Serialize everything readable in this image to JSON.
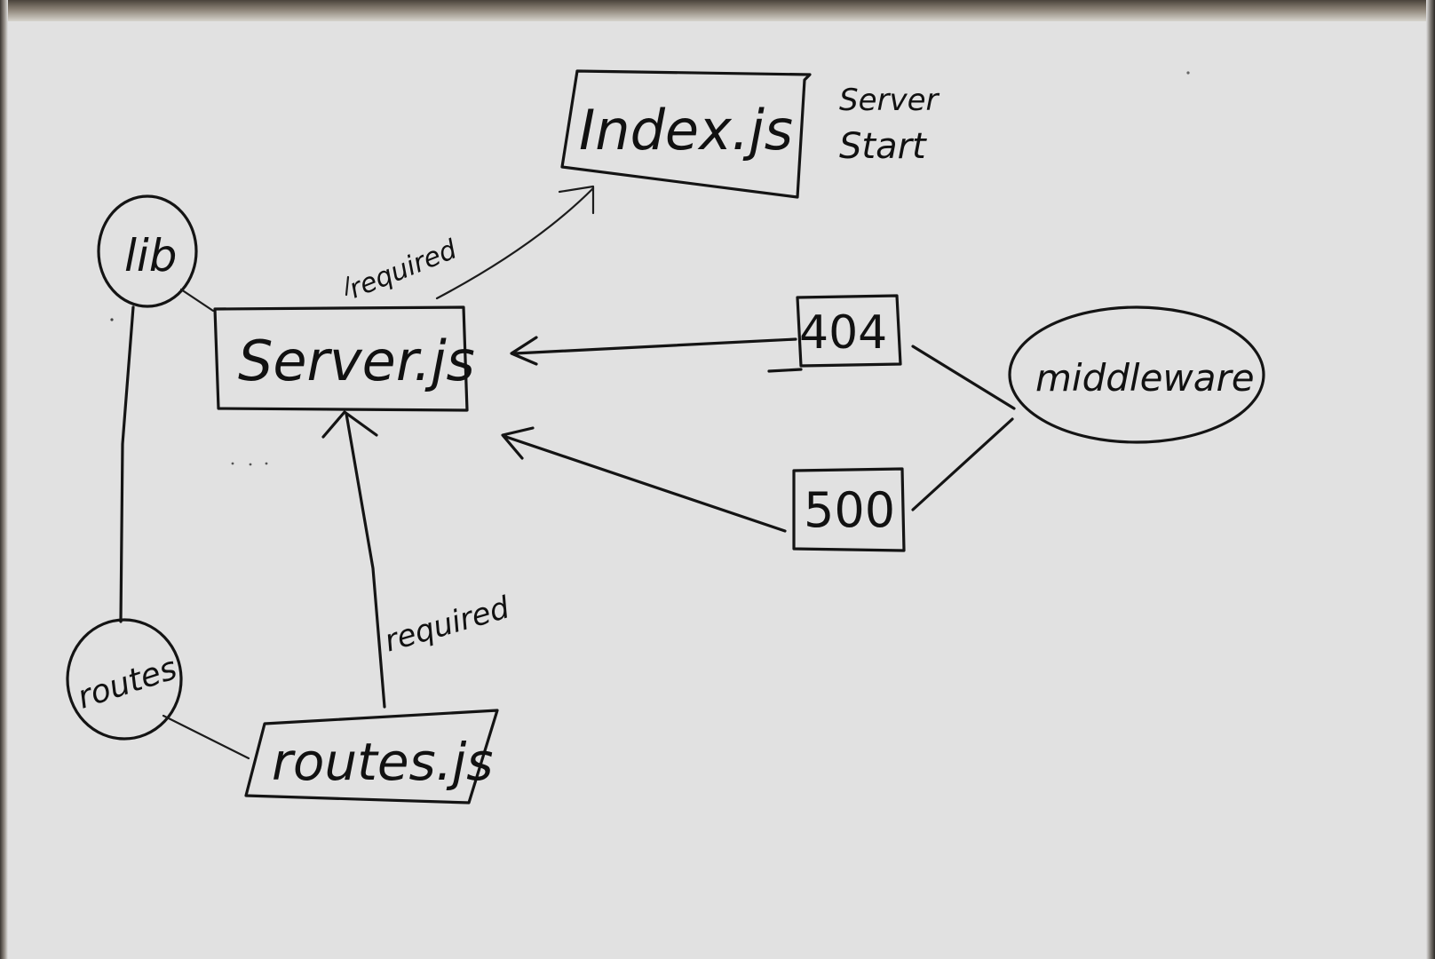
{
  "diagram": {
    "nodes": {
      "index": {
        "label": "Index.js",
        "note": [
          "Server",
          "Start"
        ]
      },
      "server": {
        "label": "Server.js"
      },
      "lib": {
        "label": "lib"
      },
      "routes": {
        "label": "routes"
      },
      "routes_js": {
        "label": "routes.js"
      },
      "err404": {
        "label": "404"
      },
      "err500": {
        "label": "500"
      },
      "middleware": {
        "label": "middleware"
      }
    },
    "edges": {
      "server_to_index": {
        "label": "required"
      },
      "routesjs_to_server": {
        "label": "required"
      }
    },
    "colors": {
      "board": "#e1e1e1",
      "ink": "#141414"
    }
  }
}
